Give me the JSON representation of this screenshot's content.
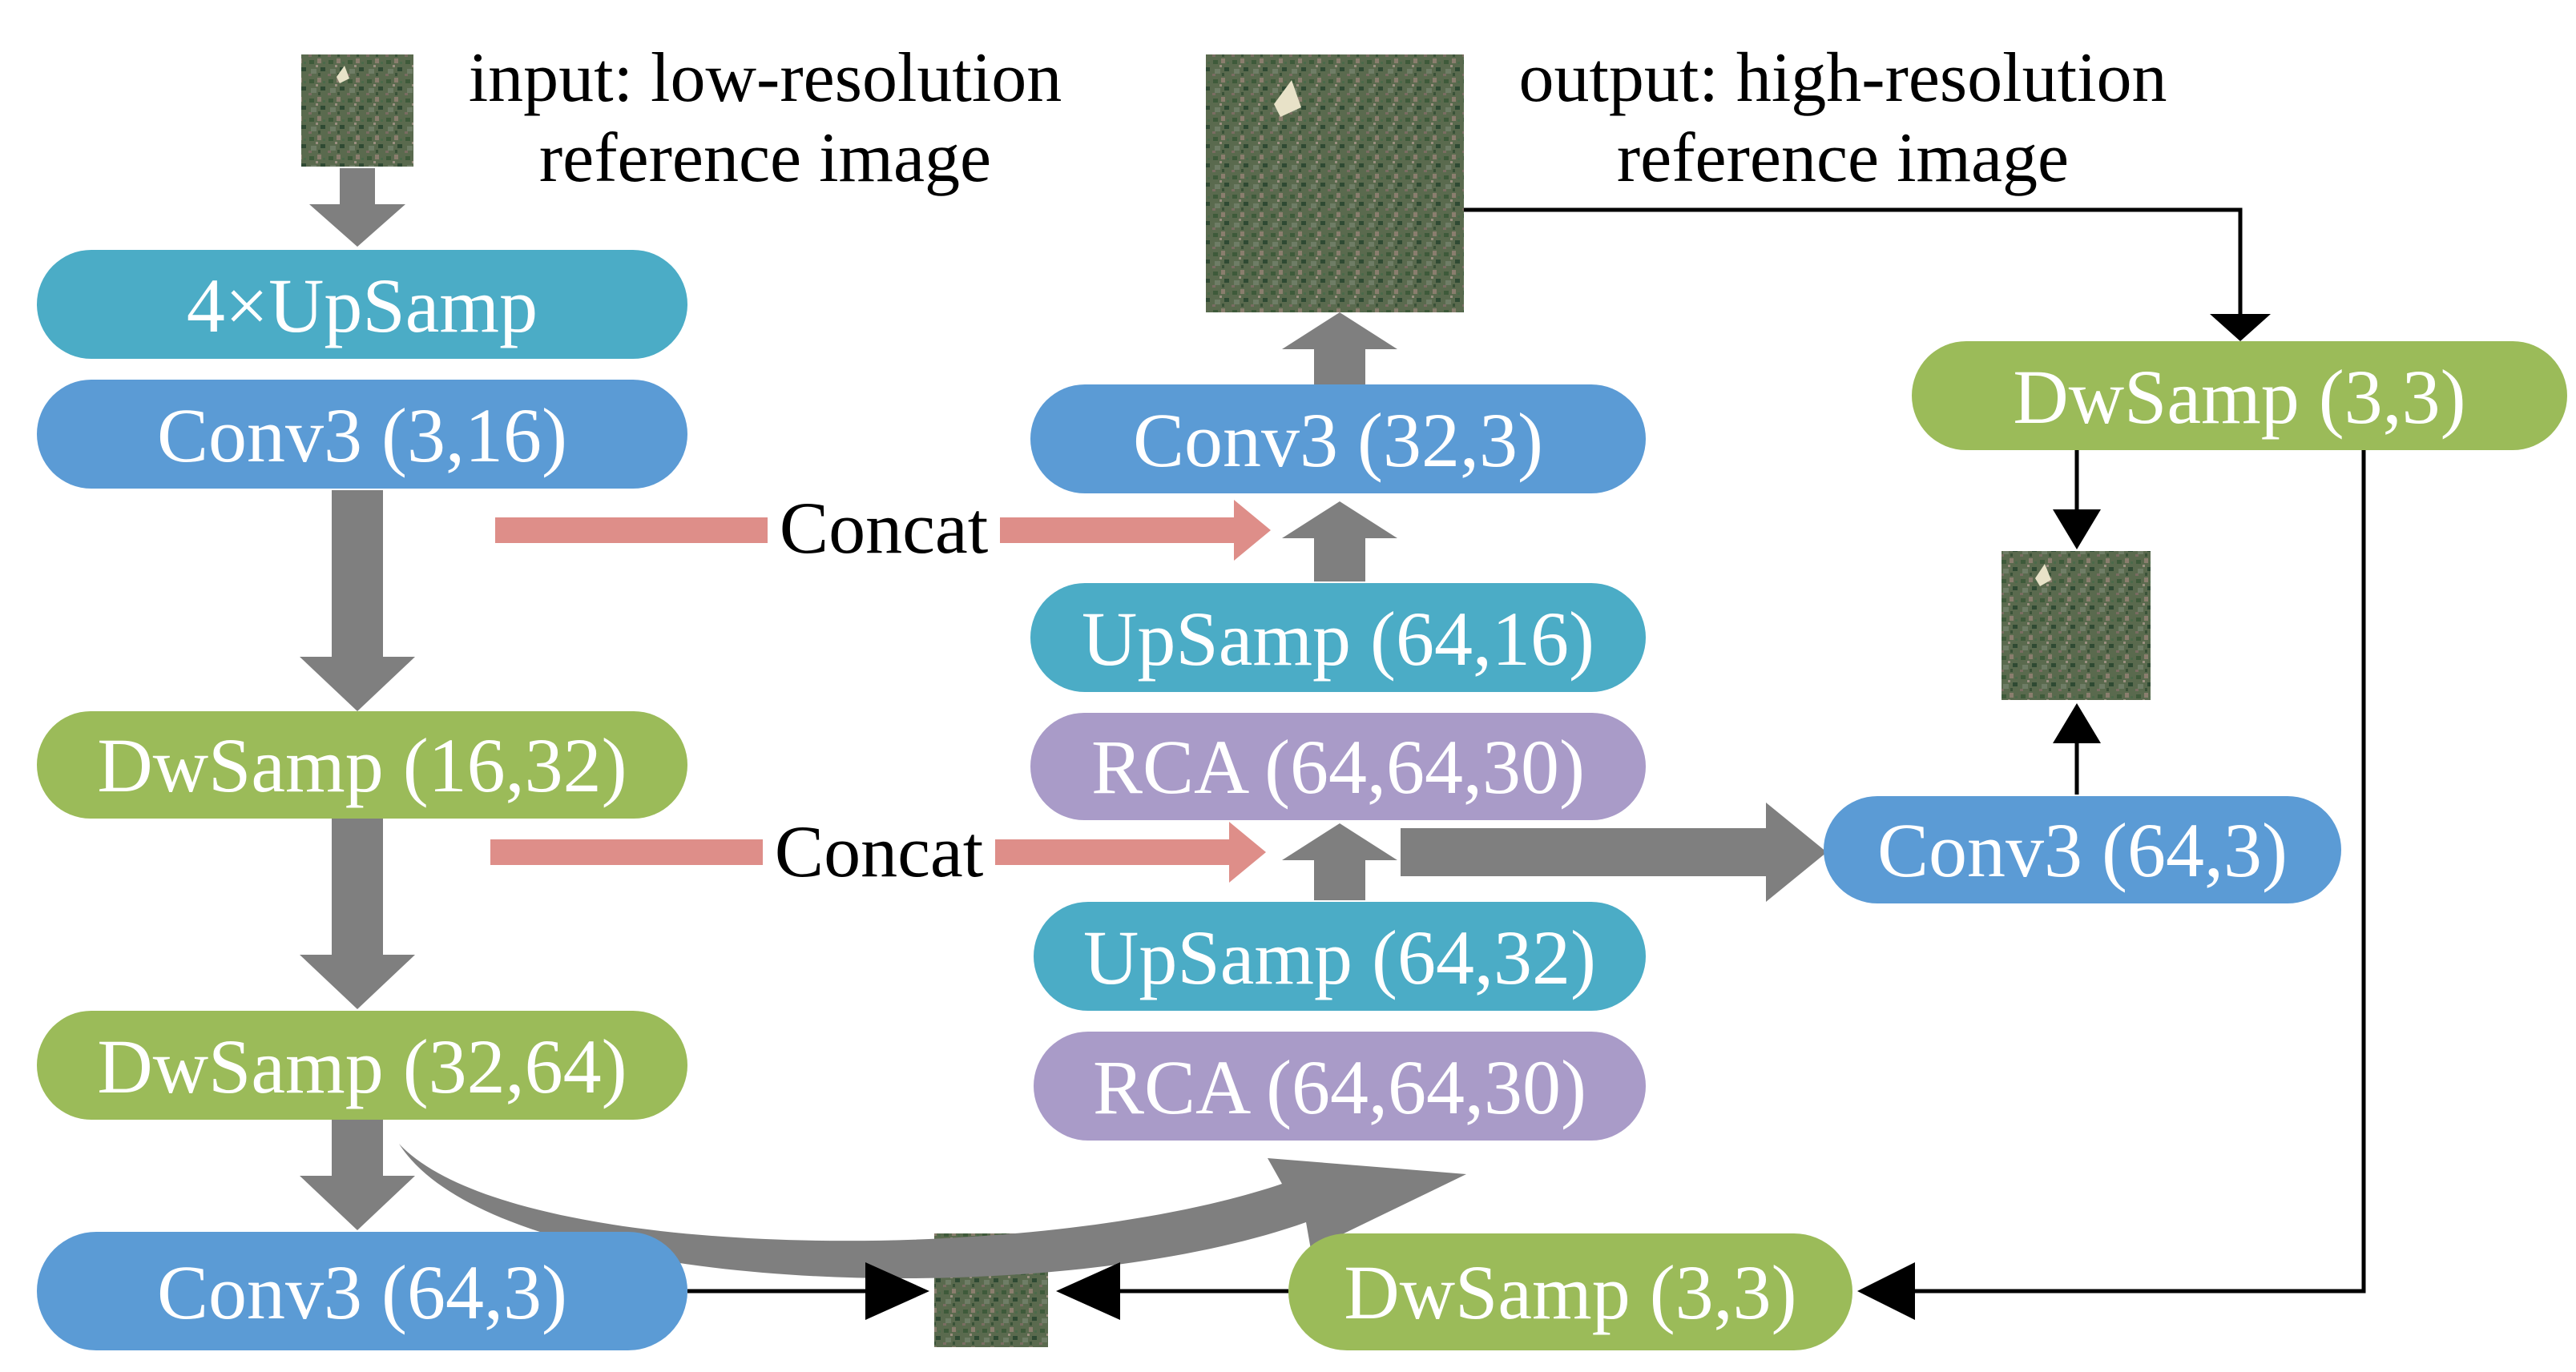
{
  "colors": {
    "conv": "#5B9BD5",
    "upsamp": "#4BACC6",
    "dwsamp": "#9BBB59",
    "rca": "#A99BC8",
    "concat_arrow": "#DE8E89",
    "flow_arrow": "#7F7F7F",
    "line": "#000000"
  },
  "captions": {
    "input_line1": "input: low-resolution",
    "input_line2": "reference image",
    "output_line1": "output: high-resolution",
    "output_line2": "reference image"
  },
  "concat_labels": [
    "Concat",
    "Concat"
  ],
  "nodes": {
    "upsamp4x": "4×UpSamp",
    "conv3_3_16": "Conv3 (3,16)",
    "dwsamp_16_32": "DwSamp (16,32)",
    "dwsamp_32_64": "DwSamp (32,64)",
    "conv3_64_3_left": "Conv3 (64,3)",
    "conv3_32_3": "Conv3 (32,3)",
    "upsamp_64_16": "UpSamp (64,16)",
    "rca_top": "RCA (64,64,30)",
    "upsamp_64_32": "UpSamp (64,32)",
    "rca_bottom": "RCA (64,64,30)",
    "dwsamp_3_3_right": "DwSamp (3,3)",
    "conv3_64_3_right": "Conv3 (64,3)",
    "dwsamp_3_3_bottom": "DwSamp (3,3)"
  },
  "images": {
    "input": "input-thumbnail",
    "output": "output-thumbnail",
    "right_mid": "downsampled-thumbnail",
    "bottom": "comparison-thumbnail"
  }
}
